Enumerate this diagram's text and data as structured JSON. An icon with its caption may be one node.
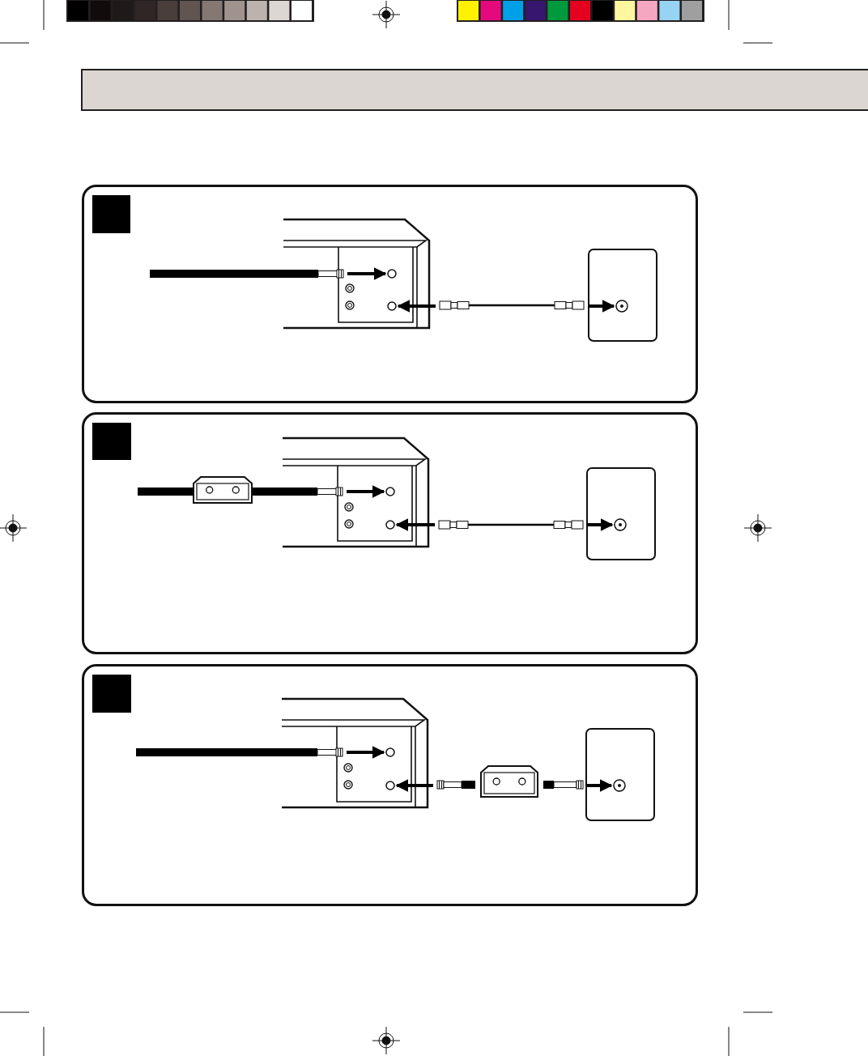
{
  "diagram": {
    "nodes": [
      {
        "text": [],
        "shape": "box"
      },
      {
        "text": [],
        "shape": "box"
      },
      {
        "text": [],
        "shape": "box",
        "in": 1
      },
      {
        "text": [],
        "shape": "picture",
        "in": 1
      },
      {
        "text": [],
        "shape": "circle",
        "in": 3
      },
      {
        "text": [],
        "shape": "circle",
        "in": 3
      },
      {
        "text": [],
        "shape": "cable",
        "in": 1
      },
      {
        "text": [],
        "shape": "cable",
        "in": 1
      },
      {
        "text": [],
        "shape": "box",
        "in": 1
      },
      {
        "text": [],
        "shape": "circle",
        "in": 8
      },
      {
        "text": [],
        "shape": "box"
      },
      {
        "text": [],
        "shape": "box",
        "in": 10
      },
      {
        "text": [],
        "shape": "picture",
        "in": 10
      },
      {
        "text": [],
        "shape": "circle",
        "in": 12
      },
      {
        "text": [],
        "shape": "circle",
        "in": 12
      },
      {
        "text": [],
        "shape": "cable",
        "in": 10
      },
      {
        "text": [],
        "shape": "box",
        "in": 10
      },
      {
        "text": [],
        "shape": "cable",
        "in": 10
      },
      {
        "text": [],
        "shape": "cable",
        "in": 10
      },
      {
        "text": [],
        "shape": "box",
        "in": 10
      },
      {
        "text": [],
        "shape": "circle",
        "in": 19
      },
      {
        "text": [],
        "shape": "box"
      },
      {
        "text": [],
        "shape": "box",
        "in": 21
      },
      {
        "text": [],
        "shape": "picture",
        "in": 21
      },
      {
        "text": [],
        "shape": "circle",
        "in": 23
      },
      {
        "text": [],
        "shape": "circle",
        "in": 23
      },
      {
        "text": [],
        "shape": "cable",
        "in": 21
      },
      {
        "text": [],
        "shape": "cable",
        "in": 21
      },
      {
        "text": [],
        "shape": "box",
        "in": 21
      },
      {
        "text": [],
        "shape": "cable",
        "in": 21
      },
      {
        "text": [],
        "shape": "box",
        "in": 21
      },
      {
        "text": [],
        "shape": "circle",
        "in": 30
      }
    ],
    "edges": [
      {
        "from": 6,
        "to": 4,
        "arrow": "to"
      },
      {
        "from": 7,
        "to": 5,
        "arrow": "to"
      },
      {
        "from": 7,
        "to": 9,
        "arrow": "to"
      },
      {
        "from": 17,
        "to": 13,
        "arrow": "to"
      },
      {
        "from": 18,
        "to": 14,
        "arrow": "to"
      },
      {
        "from": 18,
        "to": 20,
        "arrow": "to"
      },
      {
        "from": 26,
        "to": 24,
        "arrow": "to"
      },
      {
        "from": 27,
        "to": 25,
        "arrow": "to"
      },
      {
        "from": 29,
        "to": 31,
        "arrow": "to"
      }
    ]
  }
}
